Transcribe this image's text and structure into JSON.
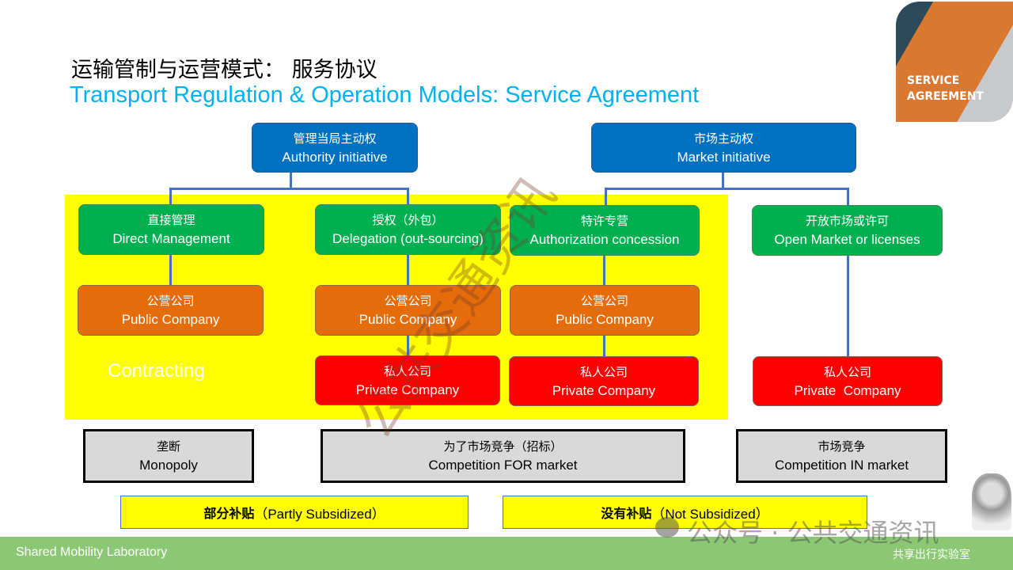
{
  "title": {
    "zh": "运输管制与运营模式： 服务协议",
    "en": "Transport Regulation & Operation Models: Service Agreement"
  },
  "thumbnail": {
    "text1": "SERVICE",
    "text2": "AGREEMENT"
  },
  "top": [
    {
      "zh": "管理当局主动权",
      "en": "Authority initiative"
    },
    {
      "zh": "市场主动权",
      "en": "Market initiative"
    }
  ],
  "modes": [
    {
      "zh": "直接管理",
      "en": "Direct Management"
    },
    {
      "zh": "授权（外包）",
      "en": "Delegation (out-sourcing)"
    },
    {
      "zh": "特许专营",
      "en": "Authorization concession"
    },
    {
      "zh": "开放市场或许可",
      "en": "Open Market or licenses"
    }
  ],
  "public": {
    "zh": "公营公司",
    "en": "Public Company"
  },
  "private": {
    "zh": "私人公司",
    "en": "Private Company",
    "en_alt": "Private  Company"
  },
  "contracting": "Contracting",
  "markets": [
    {
      "zh": "垄断",
      "en": "Monopoly"
    },
    {
      "zh": "为了市场竞争（招标）",
      "en": "Competition FOR market"
    },
    {
      "zh": "市场竞争",
      "en": "Competition IN market"
    }
  ],
  "subsidy": [
    {
      "zh": "部分补贴",
      "en": "（Partly Subsidized）"
    },
    {
      "zh": "没有补贴",
      "en": "（Not Subsidized）"
    }
  ],
  "watermark": "公共交通资讯",
  "wechat_watermark": "公众号 · 公共交通资讯",
  "footer": {
    "left": "Shared Mobility Laboratory",
    "right": "共享出行实验室"
  },
  "colors": {
    "title_en": "#00b0f0",
    "blue": "#0070c0",
    "green": "#00b050",
    "orange": "#e46c0a",
    "red": "#ff0000",
    "yellow": "#ffff00",
    "footer": "#8cc874"
  }
}
